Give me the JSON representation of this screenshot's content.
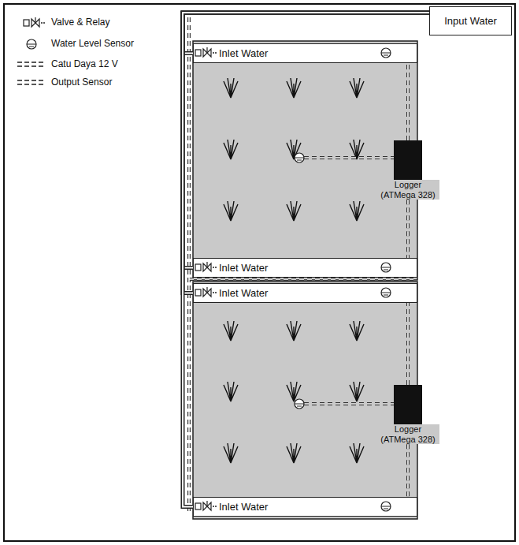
{
  "diagram": {
    "nodes": [
      {
        "text": [
          "Input Water"
        ]
      },
      {
        "text": [
          "Inlet Water"
        ]
      },
      {
        "text": [
          "Logger (ATMega 328)"
        ]
      },
      {
        "text": [
          "Inlet Water"
        ]
      },
      {
        "text": [
          "Inlet Water"
        ]
      },
      {
        "text": [
          "Logger (ATMega 328)"
        ]
      },
      {
        "text": [
          "Inlet Water"
        ]
      }
    ],
    "edges": [
      {
        "from": 0,
        "to": 1,
        "arrow": "none"
      },
      {
        "from": 0,
        "to": 3,
        "arrow": "none"
      },
      {
        "from": 0,
        "to": 4,
        "arrow": "none"
      },
      {
        "from": 0,
        "to": 6,
        "arrow": "none"
      },
      {
        "from": 2,
        "to": 1,
        "arrow": "none"
      },
      {
        "from": 2,
        "to": 3,
        "arrow": "none"
      },
      {
        "from": 5,
        "to": 4,
        "arrow": "none"
      },
      {
        "from": 5,
        "to": 6,
        "arrow": "none"
      }
    ],
    "legend": [
      {
        "text": "Valve & Relay"
      },
      {
        "text": "Water Level Sensor"
      },
      {
        "text": "Catu Daya 12 V"
      },
      {
        "text": "Output Sensor"
      }
    ]
  }
}
